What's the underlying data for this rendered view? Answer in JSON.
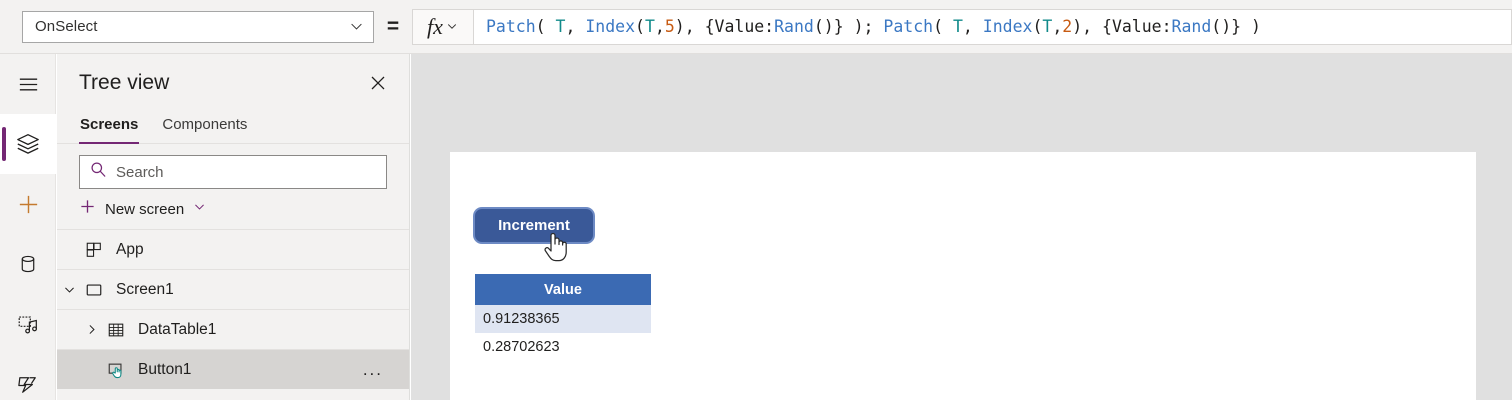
{
  "topbar": {
    "property_select": {
      "value": "OnSelect",
      "chevron_icon": "chevron-down-icon"
    },
    "equals": "=",
    "fx_label": "fx",
    "formula_tokens": [
      {
        "t": "Patch",
        "c": "fn"
      },
      {
        "t": "( ",
        "c": "plain"
      },
      {
        "t": "T",
        "c": "ident"
      },
      {
        "t": ", ",
        "c": "plain"
      },
      {
        "t": "Index",
        "c": "fn"
      },
      {
        "t": "(",
        "c": "plain"
      },
      {
        "t": "T",
        "c": "ident"
      },
      {
        "t": ",",
        "c": "plain"
      },
      {
        "t": "5",
        "c": "num"
      },
      {
        "t": "), {Value:",
        "c": "plain"
      },
      {
        "t": "Rand",
        "c": "fn"
      },
      {
        "t": "()} ); ",
        "c": "plain"
      },
      {
        "t": "Patch",
        "c": "fn"
      },
      {
        "t": "( ",
        "c": "plain"
      },
      {
        "t": "T",
        "c": "ident"
      },
      {
        "t": ", ",
        "c": "plain"
      },
      {
        "t": "Index",
        "c": "fn"
      },
      {
        "t": "(",
        "c": "plain"
      },
      {
        "t": "T",
        "c": "ident"
      },
      {
        "t": ",",
        "c": "plain"
      },
      {
        "t": "2",
        "c": "num"
      },
      {
        "t": "), {Value:",
        "c": "plain"
      },
      {
        "t": "Rand",
        "c": "fn"
      },
      {
        "t": "()} )",
        "c": "plain"
      }
    ],
    "formula_text": "Patch( T, Index(T,5), {Value:Rand()} ); Patch( T, Index(T,2), {Value:Rand()} )"
  },
  "rail": {
    "items": [
      {
        "name": "hamburger-menu-icon",
        "selected": false
      },
      {
        "name": "tree-view-layers-icon",
        "selected": true
      },
      {
        "name": "insert-plus-icon",
        "selected": false
      },
      {
        "name": "data-cylinder-icon",
        "selected": false
      },
      {
        "name": "media-icon",
        "selected": false
      },
      {
        "name": "power-automate-icon",
        "selected": false
      }
    ],
    "accent_color": "#742774"
  },
  "tree": {
    "title": "Tree view",
    "close_icon": "close-icon",
    "tabs": [
      {
        "label": "Screens",
        "active": true
      },
      {
        "label": "Components",
        "active": false
      }
    ],
    "search": {
      "placeholder": "Search",
      "icon": "search-icon"
    },
    "new_screen": {
      "label": "New screen",
      "plus_icon": "plus-icon",
      "chevron_icon": "chevron-down-icon"
    },
    "items": [
      {
        "label": "App",
        "icon": "app-grid-icon",
        "indent": 0,
        "caret": "none",
        "selected": false,
        "more": false
      },
      {
        "label": "Screen1",
        "icon": "screen-icon",
        "indent": 0,
        "caret": "expanded",
        "selected": false,
        "more": false
      },
      {
        "label": "DataTable1",
        "icon": "datatable-icon",
        "indent": 1,
        "caret": "collapsed",
        "selected": false,
        "more": false
      },
      {
        "label": "Button1",
        "icon": "button-icon",
        "indent": 1,
        "caret": "none",
        "selected": true,
        "more": true,
        "more_label": "..."
      }
    ]
  },
  "canvas": {
    "button": {
      "label": "Increment",
      "fill": "#3a5998",
      "selected": true
    },
    "cursor": "pointing-hand-cursor",
    "datatable": {
      "columns": [
        "Value"
      ],
      "header_fill": "#3b6ab3",
      "rows": [
        {
          "Value": "0.91238365",
          "alt": true
        },
        {
          "Value": "0.28702623",
          "alt": false
        }
      ]
    }
  }
}
